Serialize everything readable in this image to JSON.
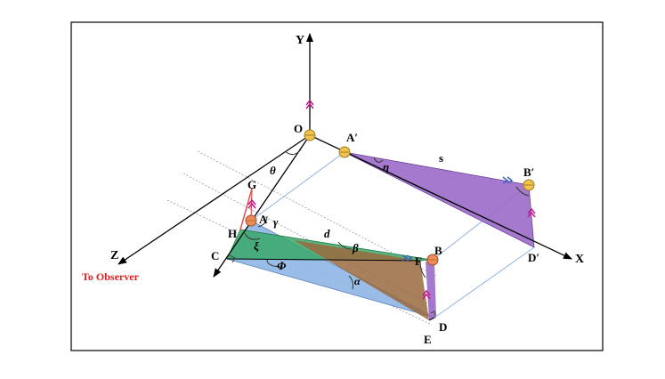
{
  "colors": {
    "purple": "#9b6cc9",
    "green": "#3aa86a",
    "blue": "#8fb6e6",
    "brown": "#9a6a40",
    "point": "#f2c14e",
    "point_red": "#f08a5a",
    "arrow": "#c0178a",
    "observer": "#e02020",
    "guide": "#8db4e0"
  },
  "labels": {
    "Y": "Y",
    "X": "X",
    "Z": "Z",
    "O": "O",
    "A_prime": "A′",
    "B_prime": "B′",
    "D_prime": "D′",
    "s": "s",
    "eta": "η",
    "theta": "θ",
    "G": "G",
    "A": "A",
    "gamma": "γ",
    "H": "H",
    "xi": "ξ",
    "d": "d",
    "beta": "β",
    "B": "B",
    "F": "F",
    "C": "C",
    "Phi": "Φ",
    "alpha": "α",
    "D": "D",
    "E": "E",
    "observer": "To Observer"
  }
}
